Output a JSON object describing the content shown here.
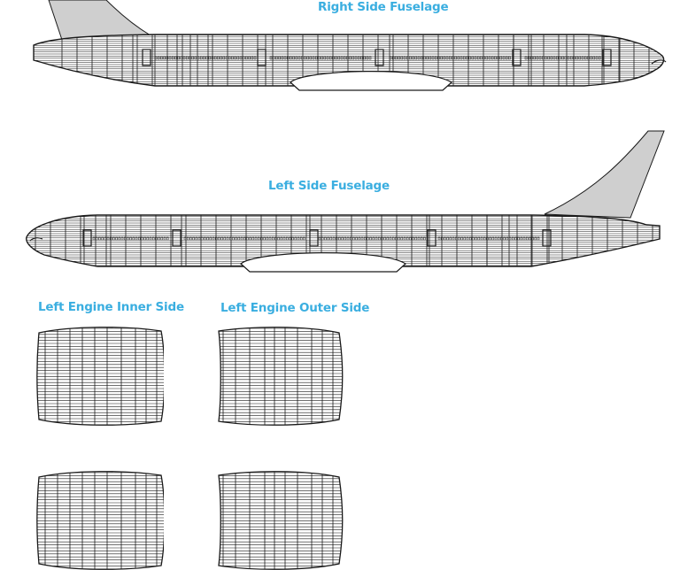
{
  "labels": {
    "right_fuselage": "Right Side Fuselage",
    "left_fuselage": "Left Side Fuselage",
    "left_engine_inner": "Left Engine Inner Side",
    "left_engine_outer": "Left Engine Outer Side"
  },
  "colors": {
    "label": "#3aaee0",
    "line": "#1a1a1a",
    "tail_fill": "#cfcfcf",
    "body_fill": "#ffffff"
  }
}
